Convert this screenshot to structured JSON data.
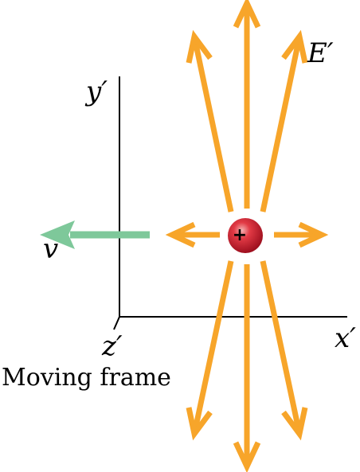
{
  "labels": {
    "y_axis": "y′",
    "x_axis": "x′",
    "z_axis": "z′",
    "field": "E′",
    "velocity": "v",
    "caption": "Moving frame",
    "charge_sign": "+"
  },
  "colors": {
    "field_arrow": "#f7a52a",
    "velocity_arrow": "#7ec89a",
    "charge": "#d8202f",
    "axes": "#000000"
  }
}
